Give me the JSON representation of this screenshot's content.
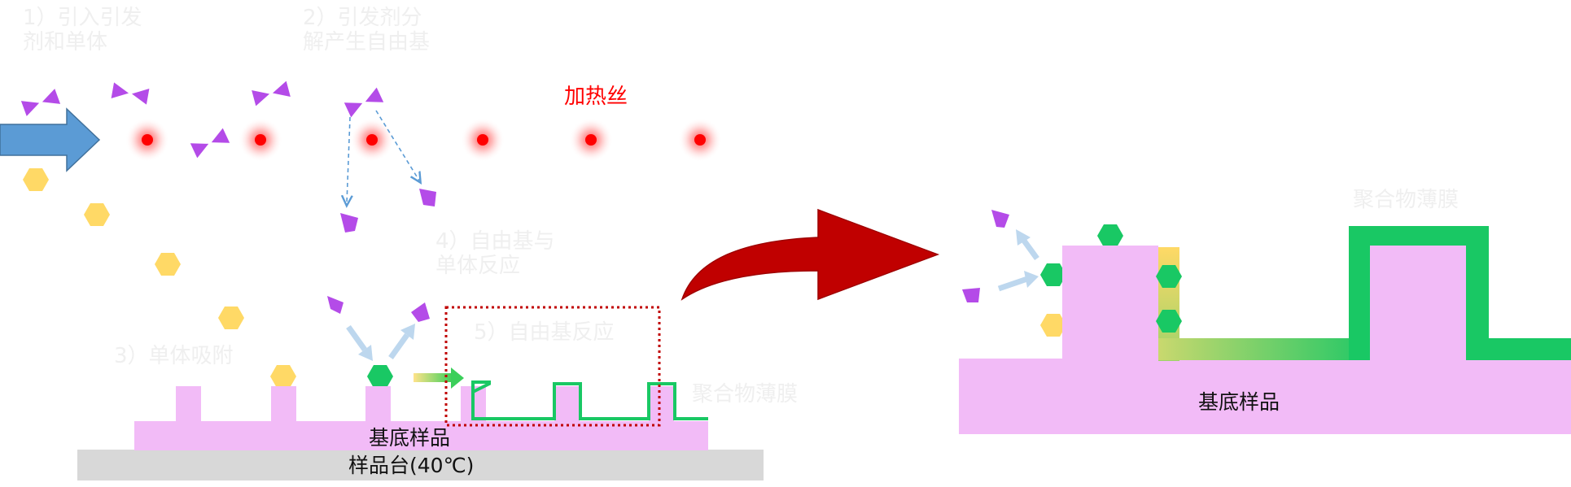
{
  "steps": {
    "step1_line1": "1）引入引发",
    "step1_line2": "剂和单体",
    "step2_line1": "2）引发剂分",
    "step2_line2": "解产生自由基",
    "step3": "3）单体吸附",
    "step4_line1": "4）自由基与",
    "step4_line2": "单体反应",
    "step5": "5）自由基反应"
  },
  "labels": {
    "heater": "加热丝",
    "polymer_film": "聚合物薄膜",
    "substrate": "基底样品",
    "stage": "样品台(40℃)"
  },
  "colors": {
    "initiator": "#b44be8",
    "monomer": "#ffd966",
    "radical": "#19c864",
    "substrate": "#f2bbf7",
    "stage": "#d8d8d8",
    "heater": "#ff0000",
    "inflow_arrow": "#5b9bd5",
    "big_arrow": "#c00000",
    "film": "#19c864"
  }
}
